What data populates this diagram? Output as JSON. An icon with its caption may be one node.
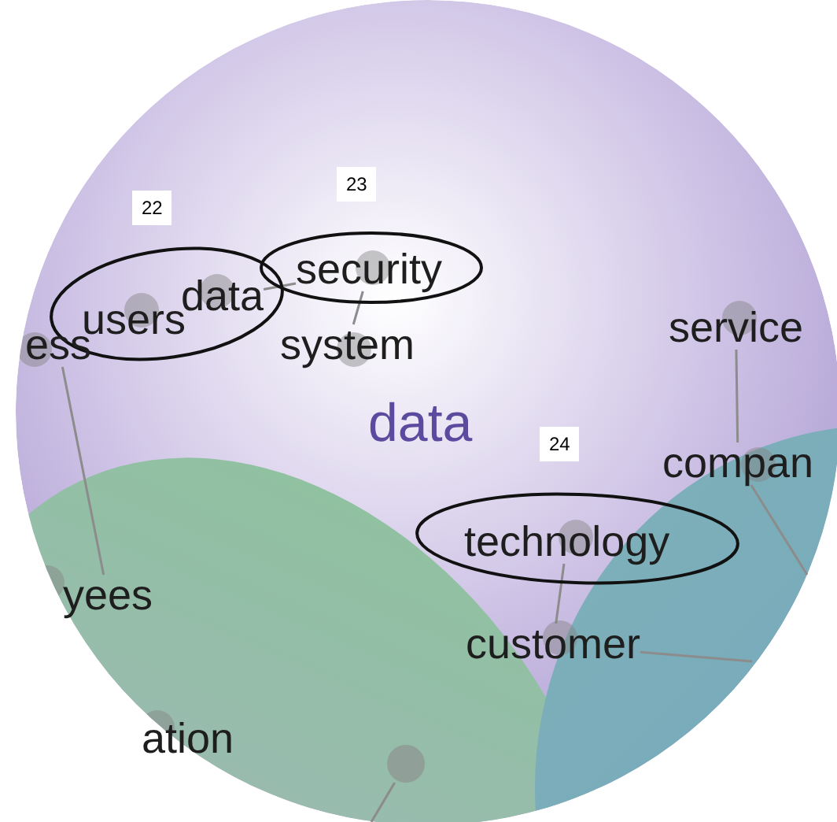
{
  "diagram": {
    "nodes": [
      {
        "text": [
          "users"
        ]
      },
      {
        "text": [
          "data"
        ]
      },
      {
        "text": [
          "security"
        ]
      },
      {
        "text": [
          "system"
        ]
      },
      {
        "text": [
          "ess"
        ]
      },
      {
        "text": [
          "service"
        ]
      },
      {
        "text": [
          "compan"
        ]
      },
      {
        "text": [
          "technology"
        ]
      },
      {
        "text": [
          "customer"
        ]
      },
      {
        "text": [
          "yees"
        ]
      },
      {
        "text": [
          "ation"
        ]
      },
      {
        "text": [],
        "shape": "circle"
      }
    ],
    "edges": [
      {
        "from": 1,
        "to": 2,
        "arrow": "none"
      },
      {
        "from": 2,
        "to": 3,
        "arrow": "none"
      },
      {
        "from": 4,
        "to": 9,
        "arrow": "none"
      },
      {
        "from": 5,
        "to": 6,
        "arrow": "none"
      },
      {
        "from": 6,
        "to": null,
        "arrow": "none"
      },
      {
        "from": 7,
        "to": 8,
        "arrow": "none"
      },
      {
        "from": 8,
        "to": null,
        "arrow": "none"
      },
      {
        "from": 11,
        "to": null,
        "arrow": "none"
      }
    ],
    "labels": [
      "23",
      "22",
      "data",
      "24"
    ]
  }
}
